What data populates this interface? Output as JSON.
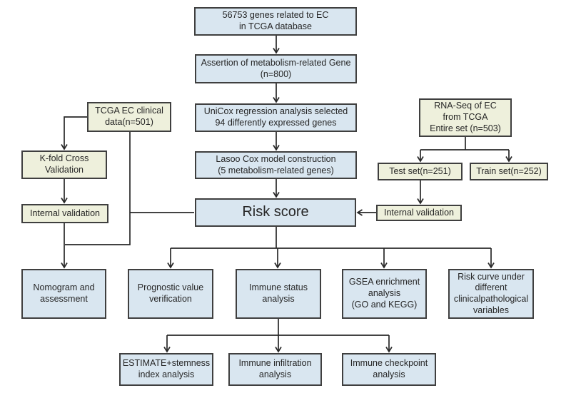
{
  "colors": {
    "node_blue": "#d9e6f0",
    "node_cream": "#eef0dc",
    "node_border": "#3f3f3f",
    "connector": "#282828"
  },
  "nodes": {
    "genes_tcga": {
      "label": "56753 genes related to EC\nin TCGA database"
    },
    "assertion": {
      "label": "Assertion of metabolism-related Gene\n(n=800)"
    },
    "unicox": {
      "label": "UniCox regression analysis selected\n94 differently expressed genes"
    },
    "lasoo": {
      "label": "Lasoo Cox model construction\n(5 metabolism-related genes)"
    },
    "risk_score": {
      "label": "Risk score"
    },
    "tcga_clinical": {
      "label": "TCGA EC clinical\ndata(n=501)"
    },
    "kfold": {
      "label": "K-fold Cross\nValidation"
    },
    "internal_validation_left": {
      "label": "Internal validation"
    },
    "rnaseq": {
      "label": "RNA-Seq of EC\nfrom TCGA\nEntire set (n=503)"
    },
    "test_set": {
      "label": "Test set(n=251)"
    },
    "train_set": {
      "label": "Train set(n=252)"
    },
    "internal_validation_right": {
      "label": "Internal validation"
    },
    "nomogram": {
      "label": "Nomogram and\nassessment"
    },
    "prognostic": {
      "label": "Prognostic value\nverification"
    },
    "immune_status": {
      "label": "Immune status\nanalysis"
    },
    "gsea": {
      "label": "GSEA enrichment\nanalysis\n(GO and KEGG)"
    },
    "risk_curve": {
      "label": "Risk curve under\ndifferent\nclinicalpathological\nvariables"
    },
    "estimate_stemness": {
      "label": "ESTIMATE+stemness\nindex analysis"
    },
    "immune_infiltration": {
      "label": "Immune infiltration\nanalysis"
    },
    "immune_checkpoint": {
      "label": "Immune checkpoint\nanalysis"
    }
  }
}
